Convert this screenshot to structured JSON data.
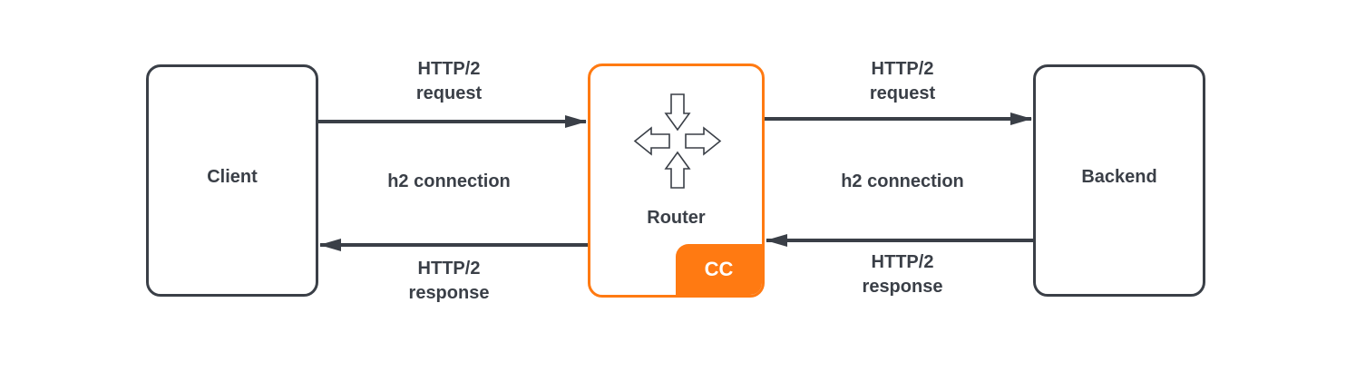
{
  "nodes": {
    "client": {
      "label": "Client"
    },
    "router": {
      "label": "Router",
      "badge": "CC",
      "icon": "router-arrows-icon"
    },
    "backend": {
      "label": "Backend"
    }
  },
  "edges": {
    "left": {
      "request_line1": "HTTP/2",
      "request_line2": "request",
      "connection": "h2 connection",
      "response_line1": "HTTP/2",
      "response_line2": "response"
    },
    "right": {
      "request_line1": "HTTP/2",
      "request_line2": "request",
      "connection": "h2 connection",
      "response_line1": "HTTP/2",
      "response_line2": "response"
    }
  },
  "colors": {
    "ink": "#3a3f47",
    "accent": "#ff7a12"
  }
}
